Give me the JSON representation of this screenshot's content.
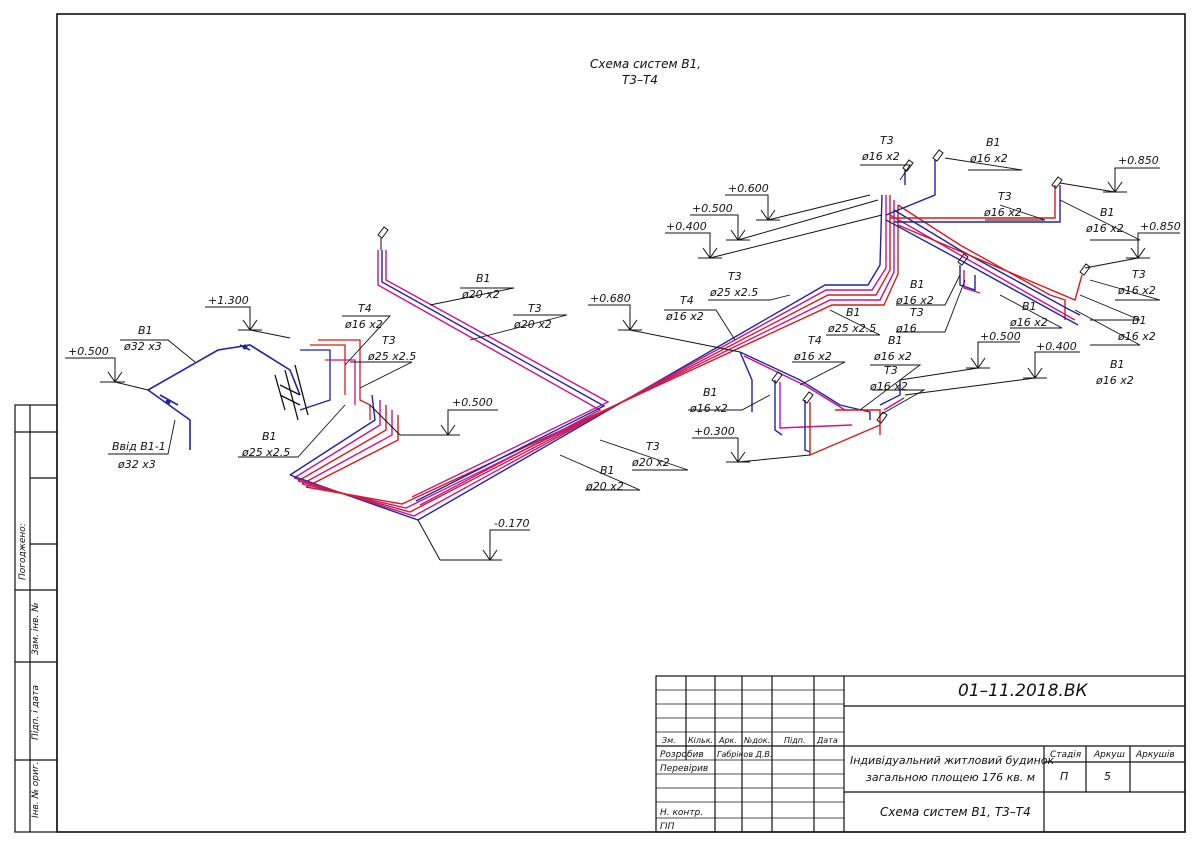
{
  "title": {
    "line1": "Схема систем В1,",
    "line2": "Т3–Т4"
  },
  "colors": {
    "b1": "#23239b",
    "t3": "#cc1f1f",
    "t4": "#c2168c",
    "frame": "#111111"
  },
  "labels": {
    "b1_32": {
      "name": "В1",
      "size": "ø32 x3"
    },
    "vvid": {
      "name": "Ввід В1-1",
      "size": "ø32 x3"
    },
    "b1_25_left": {
      "name": "В1",
      "size": "ø25 x2.5"
    },
    "t4_left": {
      "name": "Т4",
      "size": "ø16 x2"
    },
    "t3_left": {
      "name": "Т3",
      "size": "ø25 x2.5"
    },
    "b1_20_top": {
      "name": "В1",
      "size": "ø20 x2"
    },
    "t3_20_top": {
      "name": "Т3",
      "size": "ø20 x2"
    },
    "t3_20_bot": {
      "name": "Т3",
      "size": "ø20 x2"
    },
    "b1_20_bot": {
      "name": "В1",
      "size": "ø20 x2"
    },
    "t4_mid": {
      "name": "Т4",
      "size": "ø16 x2"
    },
    "t3_mid": {
      "name": "Т3",
      "size": "ø25 x2.5"
    },
    "b1_mid": {
      "name": "В1",
      "size": "ø25 x2.5"
    },
    "t4_mid2": {
      "name": "Т4",
      "size": "ø16 x2"
    },
    "b1_mid2": {
      "name": "В1",
      "size": "ø16 x2"
    },
    "b1_r1": {
      "name": "В1",
      "size": "ø16 x2"
    },
    "t3_r1": {
      "name": "Т3",
      "size": "ø16"
    },
    "b1_r2": {
      "name": "В1",
      "size": "ø16 x2"
    },
    "t3_r2": {
      "name": "Т3",
      "size": "ø16 x2"
    },
    "b1_r3": {
      "name": "В1",
      "size": "ø16 x2"
    },
    "t3_top": {
      "name": "Т3",
      "size": "ø16 x2"
    },
    "b1_top": {
      "name": "В1",
      "size": "ø16 x2"
    },
    "t3_tr": {
      "name": "Т3",
      "size": "ø16 x2"
    },
    "b1_tr": {
      "name": "В1",
      "size": "ø16 x2"
    },
    "t3_far": {
      "name": "Т3",
      "size": "ø16 x2"
    },
    "b1_far": {
      "name": "В1",
      "size": "ø16 x2"
    },
    "b1_b16": {
      "name": "В1",
      "size": "ø16 x2"
    }
  },
  "elevations": {
    "e_0500_left": "+0.500",
    "e_1300": "+1.300",
    "e_0500_mid": "+0.500",
    "e_0170": "-0.170",
    "e_0680": "+0.680",
    "e_0600": "+0.600",
    "e_0500_top": "+0.500",
    "e_0400_top": "+0.400",
    "e_0850_a": "+0.850",
    "e_0850_b": "+0.850",
    "e_0500_r": "+0.500",
    "e_0400_r": "+0.400",
    "e_0300": "+0.300"
  },
  "side_stamp": {
    "pogodzheno": "Погоджено:",
    "zam_inv": "Зам. інв. №",
    "pidp_data": "Підп. і дата",
    "inv_pidl": "Інв. № ориг."
  },
  "title_block": {
    "code": "01–11.2018.ВК",
    "headers": {
      "zm": "Зм.",
      "kilk": "Кільк.",
      "ark": "Арк.",
      "ndok": "№док.",
      "pidp": "Підп.",
      "data": "Дата"
    },
    "roles": {
      "rozrobyv": "Розробив",
      "person": "Габріков Д.В.",
      "pereviryv": "Перевірив",
      "n_kontr": "Н. контр.",
      "gip": "ГІП"
    },
    "project_line1": "Індивідуальний житловий будинок",
    "project_line2": "загальною площею 176 кв. м",
    "stage_h": "Стадія",
    "sheet_h": "Аркуш",
    "sheets_h": "Аркушів",
    "stage": "П",
    "sheet": "5",
    "sheets": "",
    "drawing_name": "Схема систем В1, Т3–Т4"
  }
}
